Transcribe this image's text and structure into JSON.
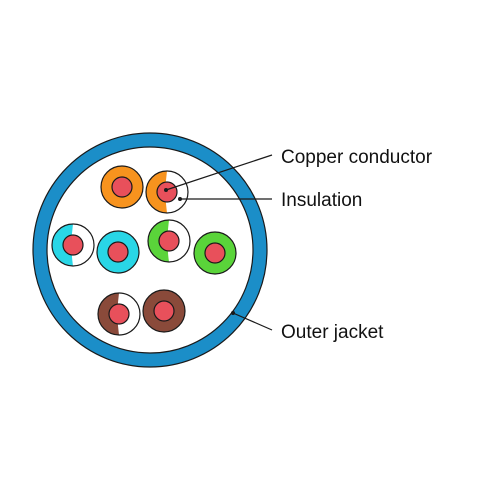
{
  "labels": {
    "copper": "Copper conductor",
    "insulation": "Insulation",
    "jacket": "Outer jacket"
  },
  "colors": {
    "jacket": "#1b8ec8",
    "copper": "#e8505b",
    "outline": "#1a1a1a",
    "orange": "#f7931e",
    "cyan": "#29d6e6",
    "green": "#5ad43a",
    "brown": "#8a4a3a",
    "stripe_base": "#ffffff"
  },
  "pairs": [
    {
      "name": "orange",
      "solid_color": "orange",
      "striped_color": "orange"
    },
    {
      "name": "blue",
      "solid_color": "cyan",
      "striped_color": "cyan"
    },
    {
      "name": "green",
      "solid_color": "green",
      "striped_color": "green"
    },
    {
      "name": "brown",
      "solid_color": "brown",
      "striped_color": "brown"
    }
  ]
}
